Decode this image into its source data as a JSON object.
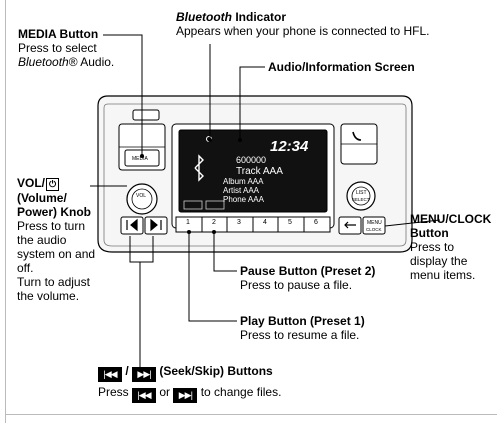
{
  "bluetooth_indicator": {
    "title_italic": "Bluetooth",
    "title_rest": " Indicator",
    "desc": "Appears when your phone is connected to HFL."
  },
  "media_button": {
    "title": "MEDIA Button",
    "line1": "Press to select",
    "line2_italic": "Bluetooth",
    "line2_rest": "® Audio."
  },
  "audio_screen": {
    "title": "Audio/Information Screen"
  },
  "vol_knob": {
    "title1": "VOL/",
    "title2": "(Volume/",
    "title3": "Power) Knob",
    "desc": [
      "Press to turn",
      "the audio",
      "system on and",
      "off.",
      "Turn to adjust",
      "the volume."
    ]
  },
  "menu_clock": {
    "title1": "MENU/CLOCK",
    "title2": "Button",
    "desc": [
      "Press to",
      "display the",
      "menu items."
    ]
  },
  "pause_button": {
    "title": "Pause Button (Preset 2)",
    "desc": "Press to pause a file."
  },
  "play_button": {
    "title": "Play Button (Preset 1)",
    "desc": "Press to resume a file."
  },
  "seek_buttons": {
    "sep": " / ",
    "title": " (Seek/Skip) Buttons",
    "desc_a": "Press ",
    "desc_or": " or ",
    "desc_b": " to change files."
  },
  "screen": {
    "time": "12:34",
    "freq": "600000",
    "track": "Track AAA",
    "album": "Album AAA",
    "artist": "Artist AAA",
    "phone": "Phone AAA",
    "presets": [
      "1",
      "2",
      "3",
      "4",
      "5",
      "6"
    ]
  },
  "unit_labels": {
    "media": "MEDIA",
    "vol": "VOL",
    "menu": "MENU",
    "clock": "CLOCK",
    "list": "LIST",
    "select": "SELECT"
  },
  "colors": {
    "screen": "#111111",
    "panel": "#f4f4f4",
    "stroke": "#000000"
  }
}
